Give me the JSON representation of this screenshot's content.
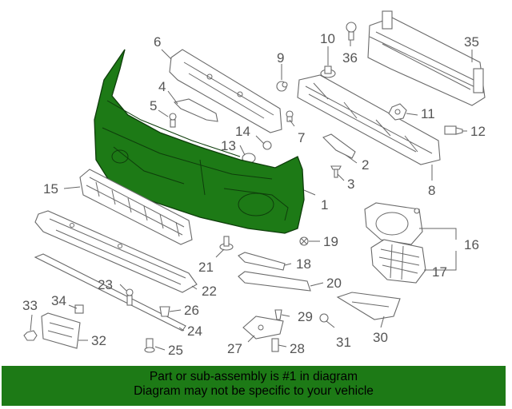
{
  "diagram": {
    "highlight_color": "#1d7a16",
    "callouts": [
      "1",
      "2",
      "3",
      "4",
      "5",
      "6",
      "7",
      "8",
      "9",
      "10",
      "11",
      "12",
      "13",
      "14",
      "15",
      "16",
      "17",
      "18",
      "19",
      "20",
      "21",
      "22",
      "23",
      "24",
      "25",
      "26",
      "27",
      "28",
      "29",
      "30",
      "31",
      "32",
      "33",
      "34",
      "35",
      "36"
    ]
  },
  "banner": {
    "line1": "Part or sub-assembly is #1 in diagram",
    "line2": "Diagram may not be specific to your vehicle",
    "color": "#1d7a16"
  }
}
